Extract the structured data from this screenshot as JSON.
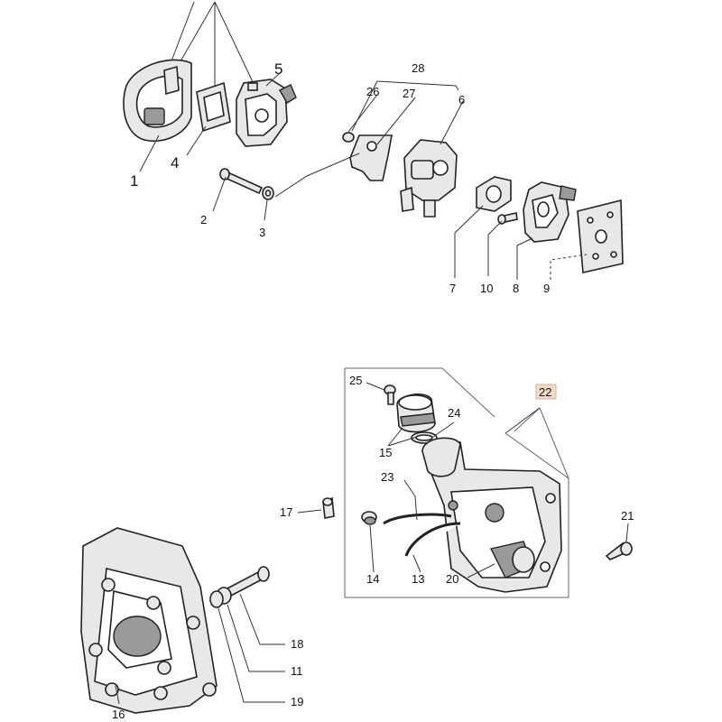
{
  "callouts": {
    "c1": "1",
    "c2": "2",
    "c3": "3",
    "c4": "4",
    "c5": "5",
    "c6": "6",
    "c7": "7",
    "c8": "8",
    "c9": "9",
    "c10": "10",
    "c11": "11",
    "c13": "13",
    "c14": "14",
    "c15": "15",
    "c16": "16",
    "c17": "17",
    "c18": "18",
    "c19": "19",
    "c20": "20",
    "c21": "21",
    "c22": "22",
    "c23": "23",
    "c24": "24",
    "c25": "25",
    "c26": "26",
    "c27": "27",
    "c28": "28"
  },
  "highlight": {
    "callout": "22",
    "color": "#f6d9c4"
  }
}
